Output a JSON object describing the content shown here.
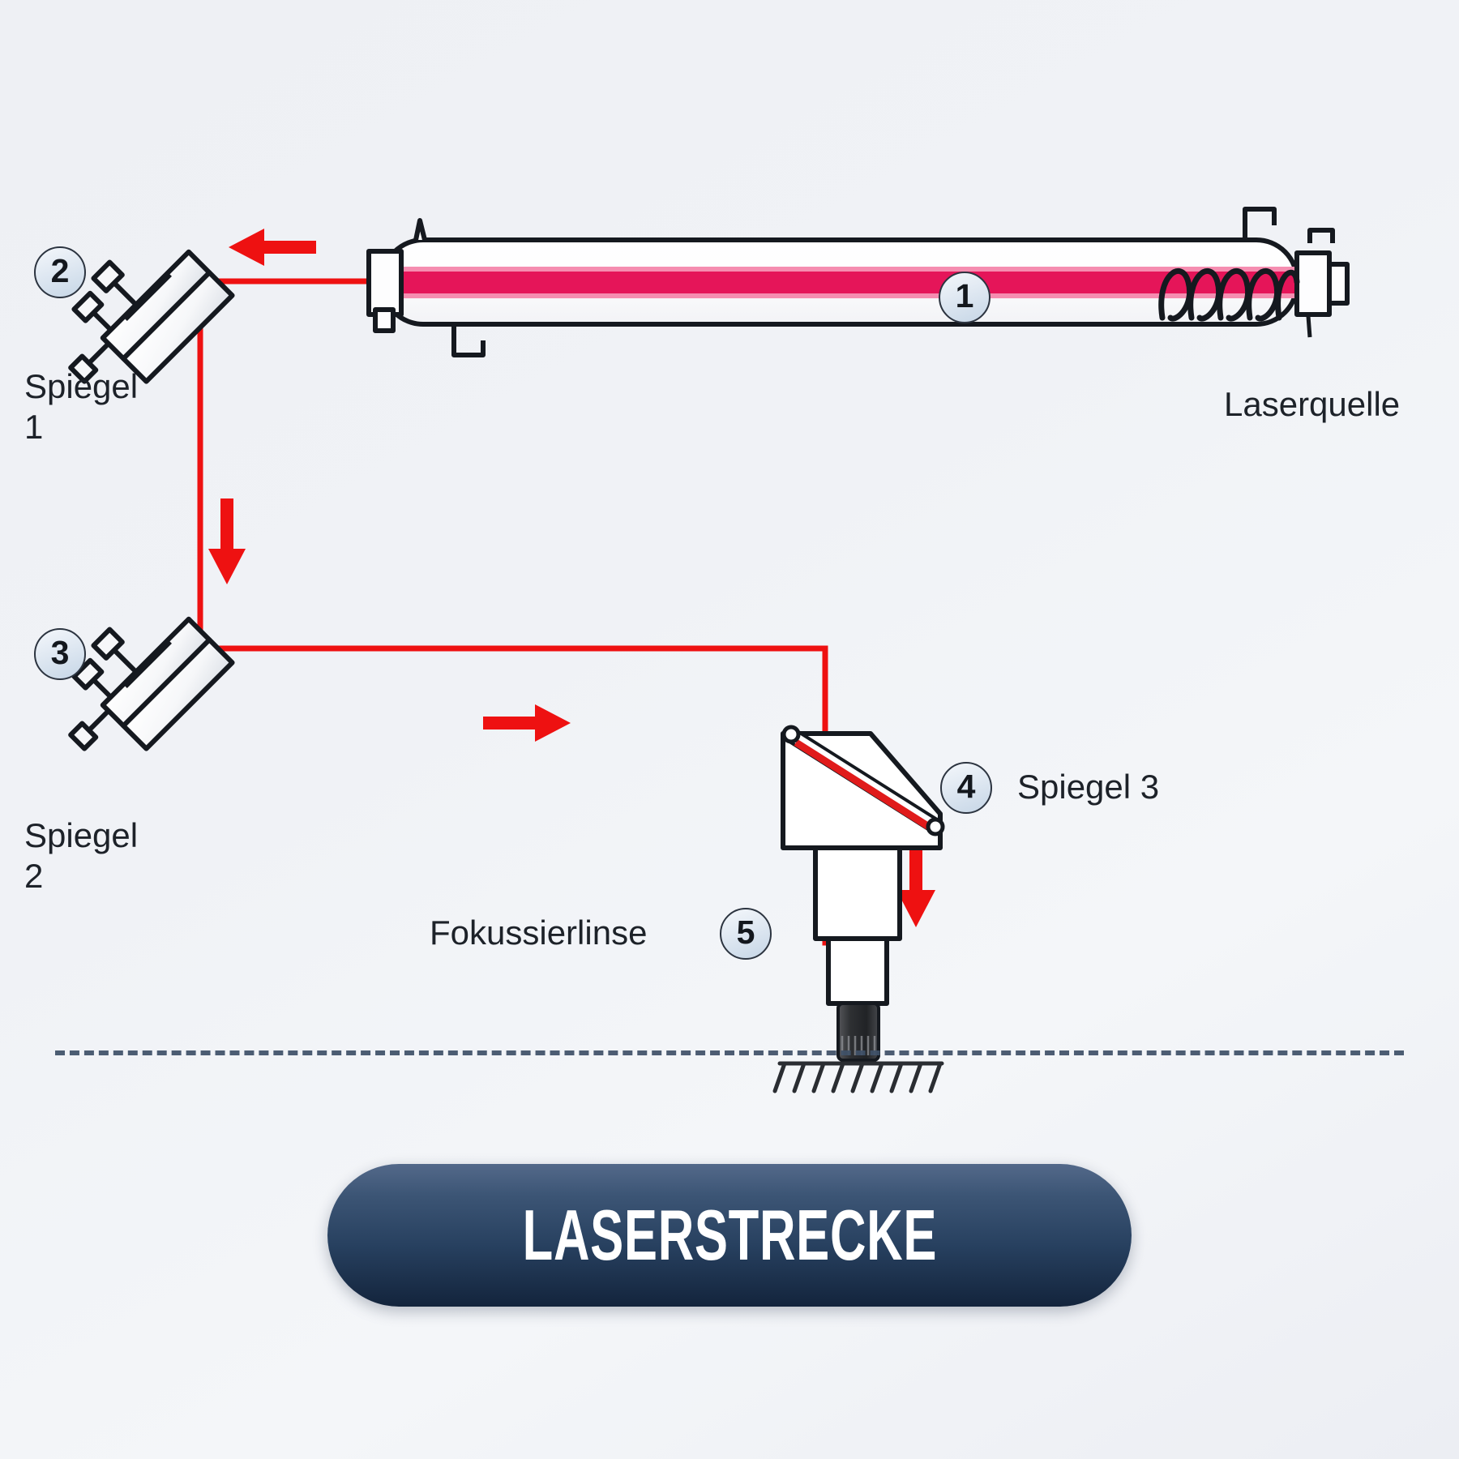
{
  "diagram": {
    "title": "Laserstrecke",
    "background_color": "#eff1f5",
    "beam_color": "#ee1111",
    "tube_glow_color": "#e40b52",
    "outline_color": "#15191f",
    "components": [
      {
        "number": "1",
        "label": "Laserquelle",
        "name": "laser-source"
      },
      {
        "number": "2",
        "label": "Spiegel\n1",
        "name": "mirror-1"
      },
      {
        "number": "3",
        "label": "Spiegel\n2",
        "name": "mirror-2"
      },
      {
        "number": "4",
        "label": "Spiegel 3",
        "name": "mirror-3"
      },
      {
        "number": "5",
        "label": "Fokussierlinse",
        "name": "focus-lens"
      }
    ]
  },
  "footer": {
    "button_label": "LASERSTRECKE",
    "button_color_top": "#53698a",
    "button_color_bottom": "#13243c",
    "divider_color": "#3f5168"
  }
}
